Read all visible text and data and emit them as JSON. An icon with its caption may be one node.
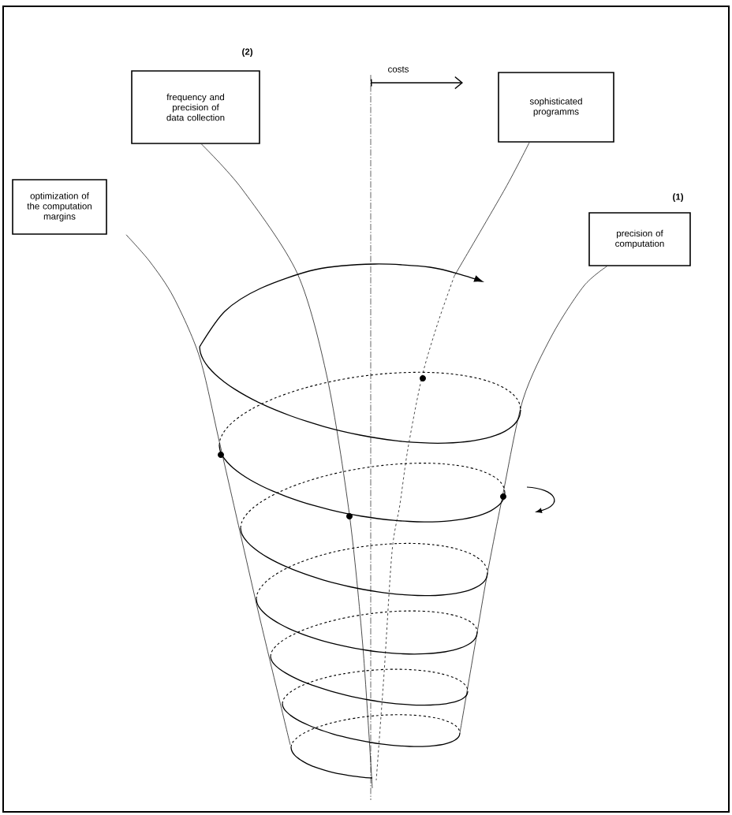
{
  "diagram": {
    "nodes": [
      {
        "text": [
          "optimization of the computation margins"
        ]
      },
      {
        "text": [
          "frequency and precision of data collection"
        ],
        "beside": [
          "(2)"
        ]
      },
      {
        "text": [
          "sophisticated programms"
        ]
      },
      {
        "text": [
          "precision of computation"
        ],
        "beside": [
          "(1)"
        ]
      }
    ],
    "edges": [
      {
        "from": 0,
        "to": null,
        "arrow": "none"
      },
      {
        "from": 1,
        "to": null,
        "arrow": "none"
      },
      {
        "from": 2,
        "to": null,
        "arrow": "none"
      },
      {
        "from": 3,
        "to": null,
        "arrow": "none"
      }
    ],
    "labels": [
      "costs"
    ]
  }
}
